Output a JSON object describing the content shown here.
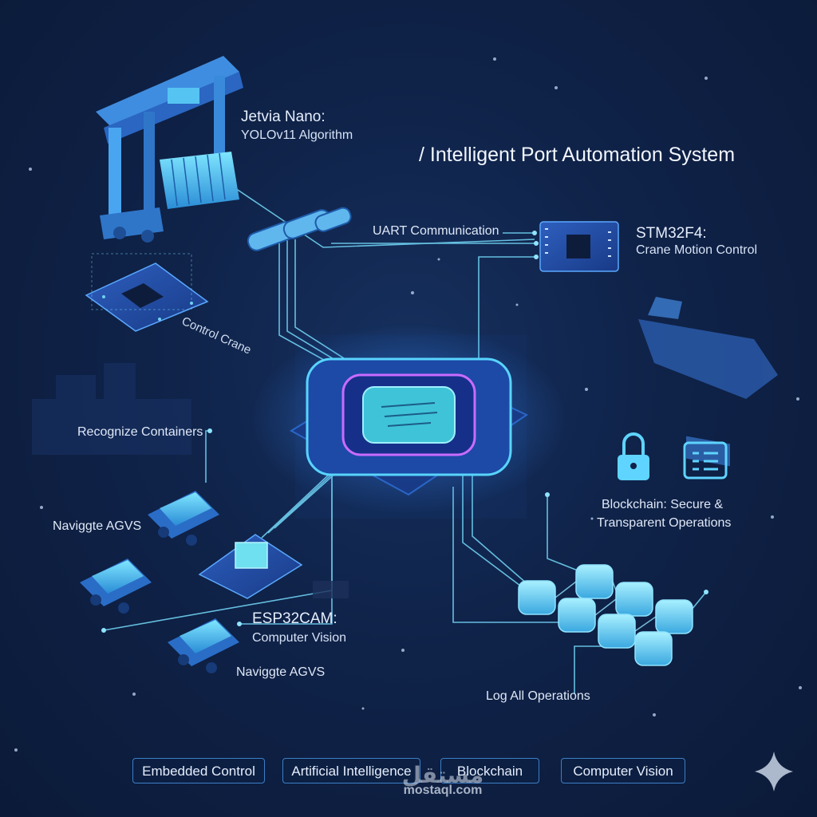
{
  "title": "/ Intelligent Port Automation System",
  "labels": {
    "jetson_head": "Jetvia Nano:",
    "jetson_sub": "YOLOv11 Algorithm",
    "uart": "UART Communication",
    "stm_head": "STM32F4:",
    "stm_sub": "Crane Motion Control",
    "control_crane": "Control Crane",
    "recognize": "Recognize Containers",
    "navigate_1": "Naviggte AGVS",
    "navigate_2": "Naviggte AGVS",
    "esp_head": "ESP32CAM:",
    "esp_sub": "Computer Vision",
    "blockchain_line1": "Blockchain: Secure &",
    "blockchain_line2": "Transparent Operations",
    "log": "Log All Operations"
  },
  "tags": [
    "Embedded Control",
    "Artificial Intelligence",
    "Blockchain",
    "Computer Vision"
  ],
  "watermark": {
    "arabic": "مستقل",
    "latin": "mostaql.com"
  },
  "icons": [
    "crane-icon",
    "jetson-board-icon",
    "stm32-board-icon",
    "cargo-ship-icon",
    "lock-icon",
    "ledger-icon",
    "central-chip-icon",
    "agv-icon",
    "esp32-board-icon",
    "blockchain-cubes-icon",
    "sparkle-icon"
  ],
  "colors": {
    "background": "#0f2248",
    "line": "#6fd0f0",
    "accent": "#45c9ff",
    "chip_magenta": "#c96bff",
    "tag_border": "#3c7fc6"
  }
}
